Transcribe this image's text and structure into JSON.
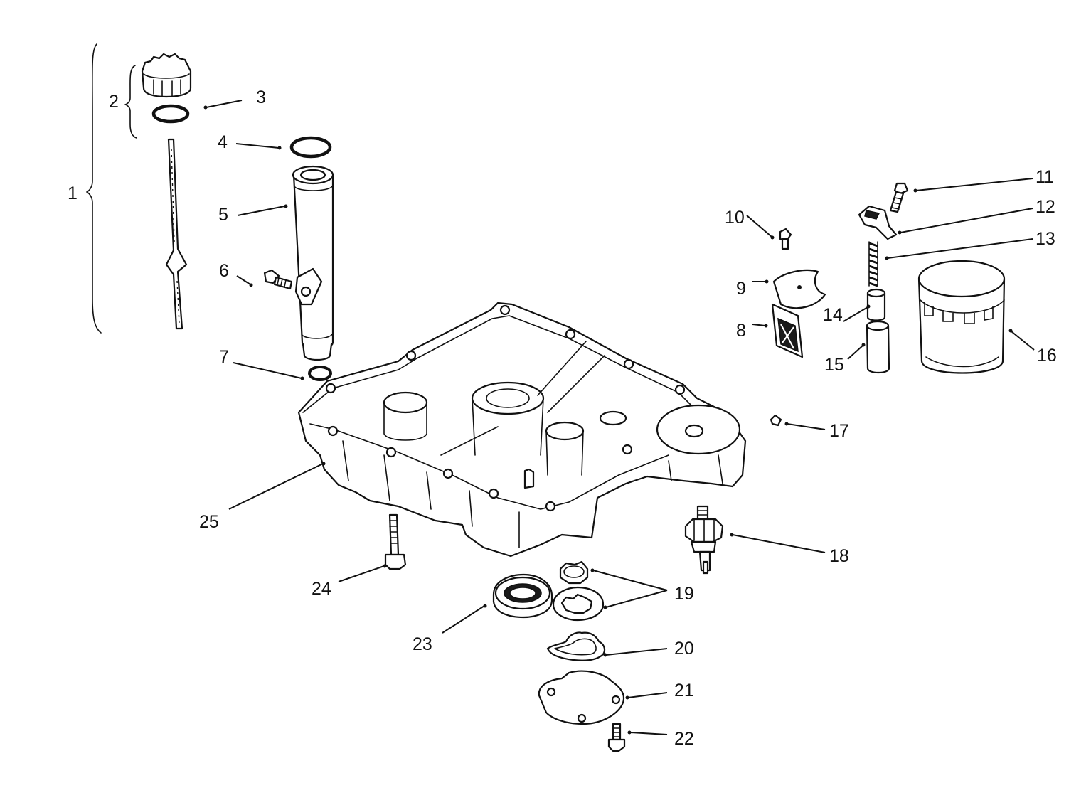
{
  "callouts": [
    {
      "id": 1,
      "label": "1"
    },
    {
      "id": 2,
      "label": "2"
    },
    {
      "id": 3,
      "label": "3"
    },
    {
      "id": 4,
      "label": "4"
    },
    {
      "id": 5,
      "label": "5"
    },
    {
      "id": 6,
      "label": "6"
    },
    {
      "id": 7,
      "label": "7"
    },
    {
      "id": 8,
      "label": "8"
    },
    {
      "id": 9,
      "label": "9"
    },
    {
      "id": 10,
      "label": "10"
    },
    {
      "id": 11,
      "label": "11"
    },
    {
      "id": 12,
      "label": "12"
    },
    {
      "id": 13,
      "label": "13"
    },
    {
      "id": 14,
      "label": "14"
    },
    {
      "id": 15,
      "label": "15"
    },
    {
      "id": 16,
      "label": "16"
    },
    {
      "id": 17,
      "label": "17"
    },
    {
      "id": 18,
      "label": "18"
    },
    {
      "id": 19,
      "label": "19"
    },
    {
      "id": 20,
      "label": "20"
    },
    {
      "id": 21,
      "label": "21"
    },
    {
      "id": 22,
      "label": "22"
    },
    {
      "id": 23,
      "label": "23"
    },
    {
      "id": 24,
      "label": "24"
    },
    {
      "id": 25,
      "label": "25"
    }
  ]
}
